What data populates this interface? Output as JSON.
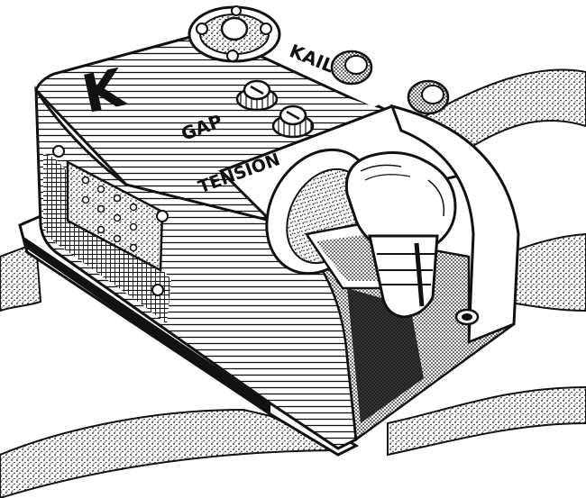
{
  "labels": {
    "logo_letter": "K",
    "brand": "KAIL",
    "gap": "GAP",
    "tension": "TENSION"
  },
  "colors": {
    "ink": "#111111",
    "paper": "#ffffff"
  }
}
